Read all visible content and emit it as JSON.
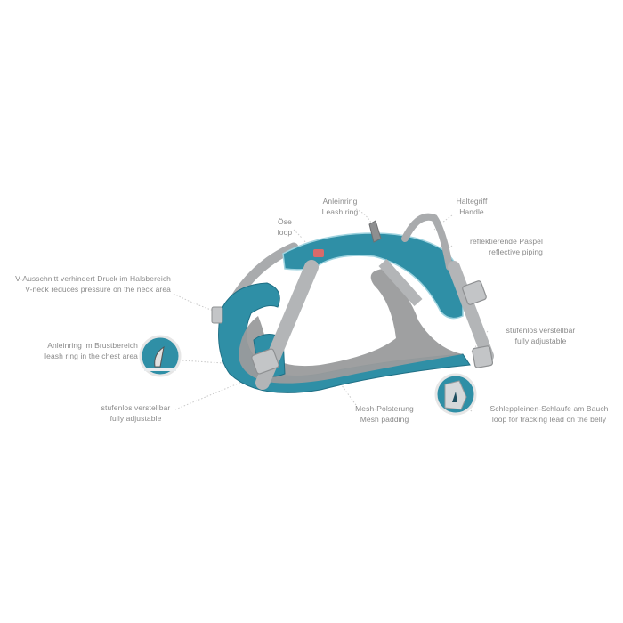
{
  "colors": {
    "background": "#ffffff",
    "teal": "#2f8fa6",
    "teal_dark": "#1f6f85",
    "grey_strap": "#a9abad",
    "grey_mesh": "#9a9b9c",
    "label_text": "#8a8a8a",
    "leader_line": "#c4c4c4"
  },
  "callouts": {
    "ose": {
      "de": "Öse",
      "en": "loop"
    },
    "leash_ring": {
      "de": "Anleinring",
      "en": "Leash ring"
    },
    "handle": {
      "de": "Haltegriff",
      "en": "Handle"
    },
    "reflective": {
      "de": "reflektierende Paspel",
      "en": "reflective piping"
    },
    "v_neck": {
      "de": "V-Ausschnitt verhindert Druck im Halsbereich",
      "en": "V-neck reduces pressure on the neck area"
    },
    "chest_ring": {
      "de": "Anleinring im Brustbereich",
      "en": "leash ring in the chest area"
    },
    "adjustable_left": {
      "de": "stufenlos verstellbar",
      "en": "fully adjustable"
    },
    "adjustable_right": {
      "de": "stufenlos verstellbar",
      "en": "fully adjustable"
    },
    "mesh": {
      "de": "Mesh-Polsterung",
      "en": "Mesh padding"
    },
    "belly_loop": {
      "de": "Schleppleinen-Schlaufe am Bauch",
      "en": "loop for tracking lead on the belly"
    }
  },
  "product": {
    "name": "dog-harness",
    "detail_insets": [
      "chest-leash-ring",
      "belly-tracking-loop"
    ]
  }
}
